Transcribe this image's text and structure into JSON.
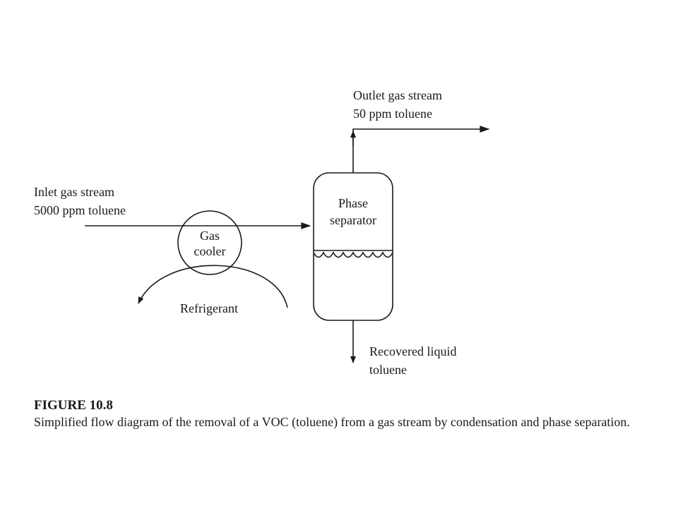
{
  "diagram": {
    "inlet": {
      "line1": "Inlet gas stream",
      "line2": "5000 ppm toluene"
    },
    "outlet": {
      "line1": "Outlet gas stream",
      "line2": "50 ppm toluene"
    },
    "cooler": {
      "line1": "Gas",
      "line2": "cooler"
    },
    "refrigerant": "Refrigerant",
    "separator": {
      "line1": "Phase",
      "line2": "separator"
    },
    "recovered": {
      "line1": "Recovered liquid",
      "line2": "toluene"
    }
  },
  "caption": {
    "title": "FIGURE 10.8",
    "text": "Simplified flow diagram of the removal of a VOC (toluene) from a gas stream by condensation and phase separation."
  }
}
